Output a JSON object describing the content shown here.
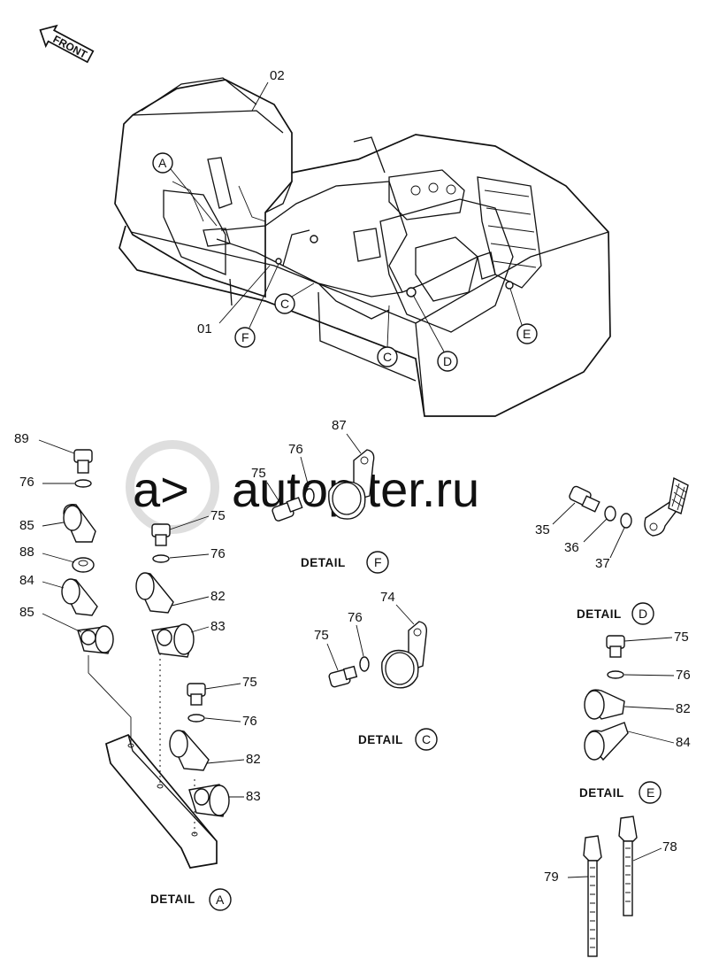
{
  "front_arrow": {
    "label": "FRONT"
  },
  "watermark": {
    "text": "autopiter.ru"
  },
  "assembly_callouts": {
    "main_harness": "01",
    "cab": "02"
  },
  "detail_markers": [
    "A",
    "C",
    "C",
    "D",
    "E",
    "F"
  ],
  "part_numbers": {
    "p89": "89",
    "p76": "76",
    "p85": "85",
    "p88": "88",
    "p84": "84",
    "p75": "75",
    "p82": "82",
    "p83": "83",
    "p87": "87",
    "p74": "74",
    "p35": "35",
    "p36": "36",
    "p37": "37",
    "p78": "78",
    "p79": "79"
  },
  "details": {
    "a": {
      "word": "DETAIL",
      "letter": "A"
    },
    "c": {
      "word": "DETAIL",
      "letter": "C"
    },
    "d": {
      "word": "DETAIL",
      "letter": "D"
    },
    "e": {
      "word": "DETAIL",
      "letter": "E"
    },
    "f": {
      "word": "DETAIL",
      "letter": "F"
    }
  }
}
